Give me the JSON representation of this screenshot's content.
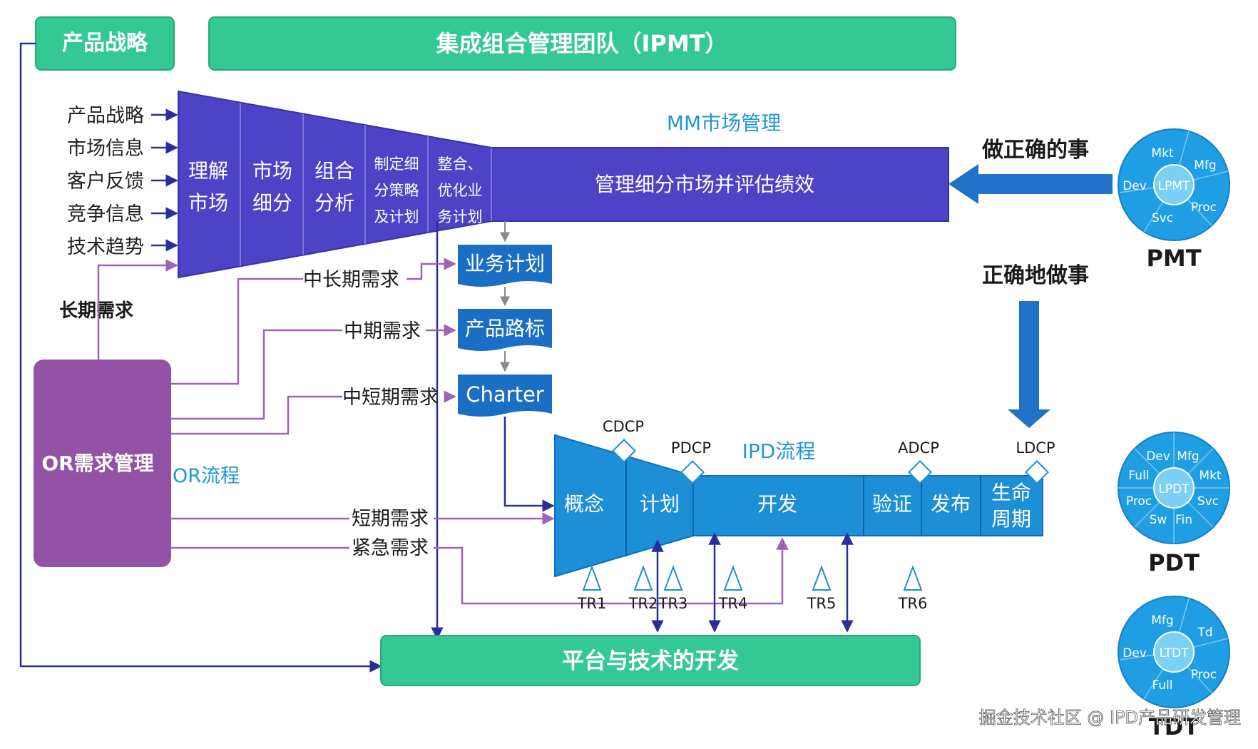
{
  "colors": {
    "green": "#34c894",
    "green_stroke": "#27a878",
    "indigo": "#4e43c6",
    "indigo_dark": "#3a2fa8",
    "blue": "#1d8fd6",
    "blue_dark": "#0e6fb8",
    "doc_blue": "#1a6fc4",
    "purple": "#9253a6",
    "arrow_blue": "#1f72c8",
    "line_navy": "#2a2d9c",
    "line_purple": "#9b64b4",
    "cyan_text": "#2196d3"
  },
  "header": {
    "product_strategy": "产品战略",
    "ipmt": "集成组合管理团队（IPMT）"
  },
  "inputs": [
    "产品战略",
    "市场信息",
    "客户反馈",
    "竞争信息",
    "技术趋势"
  ],
  "mm": {
    "title": "MM市场管理",
    "segments": [
      [
        "理解",
        "市场"
      ],
      [
        "市场",
        "细分"
      ],
      [
        "组合",
        "分析"
      ],
      [
        "制定细",
        "分策略",
        "及计划"
      ],
      [
        "整合、",
        "优化业",
        "务计划"
      ]
    ],
    "main": "管理细分市场并评估绩效"
  },
  "docs": [
    "业务计划",
    "产品路标",
    "Charter"
  ],
  "demands": {
    "long": "长期需求",
    "mid_long": "中长期需求",
    "mid": "中期需求",
    "mid_short": "中短期需求",
    "short": "短期需求",
    "urgent": "紧急需求"
  },
  "or": {
    "box": "OR需求管理",
    "flow": "OR流程"
  },
  "ipd": {
    "title": "IPD流程",
    "phases": [
      "概念",
      "计划",
      "开发",
      "验证",
      "发布"
    ],
    "lifecycle": [
      "生命",
      "周期"
    ],
    "checkpoints": [
      "CDCP",
      "PDCP",
      "ADCP",
      "LDCP"
    ],
    "trs": [
      "TR1",
      "TR2",
      "TR3",
      "TR4",
      "TR5",
      "TR6"
    ]
  },
  "platform": "平台与技术的开发",
  "right": {
    "do_right_things": "做正确的事",
    "do_things_right": "正确地做事"
  },
  "teams": [
    {
      "center": "LPMT",
      "members": [
        "Mkt",
        "Mfg",
        "Proc",
        "Svc",
        "Dev"
      ],
      "label": "PMT"
    },
    {
      "center": "LPDT",
      "members": [
        "Dev",
        "Mfg",
        "Mkt",
        "Svc",
        "Fin",
        "Sw",
        "Proc",
        "Full"
      ],
      "label": "PDT"
    },
    {
      "center": "LTDT",
      "members": [
        "Mfg",
        "Td",
        "Proc",
        "Full",
        "Dev"
      ],
      "label": "TDT"
    }
  ],
  "watermark": "掘金技术社区 @ IPD产品研发管理"
}
